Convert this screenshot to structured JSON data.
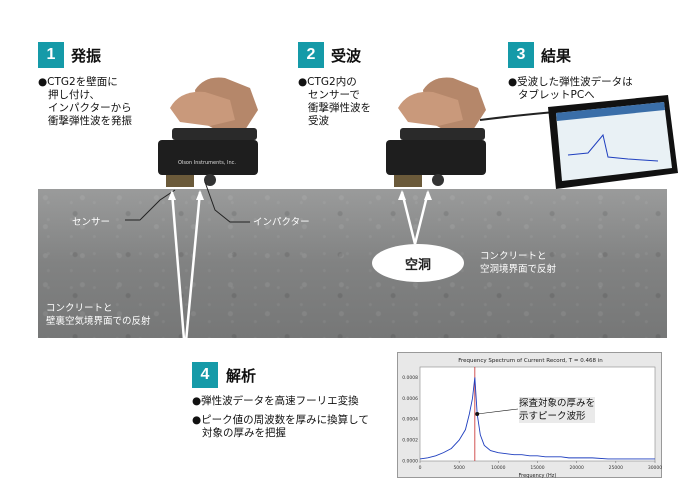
{
  "steps": [
    {
      "num": "1",
      "title": "発振",
      "bullets": [
        [
          "CTG2を壁面に",
          "押し付け、",
          "インパクターから",
          "衝撃弾性波を発振"
        ]
      ]
    },
    {
      "num": "2",
      "title": "受波",
      "bullets": [
        [
          "CTG2内の",
          "センサーで",
          "衝撃弾性波を",
          "受波"
        ]
      ]
    },
    {
      "num": "3",
      "title": "結果",
      "bullets": [
        [
          "受波した弾性波データは",
          "タブレットPCへ"
        ]
      ]
    },
    {
      "num": "4",
      "title": "解析",
      "bullets": [
        [
          "弾性波データを高速フーリエ変換"
        ],
        [
          "ピーク値の周波数を厚みに換算して",
          "対象の厚みを把握"
        ]
      ]
    }
  ],
  "labels": {
    "sensor": "センサー",
    "impactor": "インパクター",
    "void": "空洞",
    "void_reflection": [
      "コンクリートと",
      "空洞境界面で反射"
    ],
    "wall_reflection": [
      "コンクリートと",
      "壁裏空気境界面での反射"
    ],
    "peak_note": [
      "探査対象の厚みを",
      "示すピーク波形"
    ],
    "device_brand": "Olson Instruments, Inc."
  },
  "bullet_glyph": "●",
  "colors": {
    "accent": "#159aa8",
    "concrete": "#8a8b8b",
    "spectrum": "#1f3fbf",
    "marker": "#c62828"
  },
  "chart_data": {
    "type": "line",
    "title": "Frequency Spectrum of Current Record, T = 0.468 in",
    "xlabel": "Frequency (Hz)",
    "ylabel": "",
    "x_ticks": [
      "0",
      "5000",
      "10000",
      "15000",
      "20000",
      "25000",
      "30000"
    ],
    "y_ticks": [
      "0.0008",
      "0.0006",
      "0.0004",
      "0.0002",
      "0.0000"
    ],
    "xlim": [
      0,
      30000
    ],
    "ylim": [
      0,
      0.0009
    ],
    "peak_marker_x": 7000,
    "series": [
      {
        "x": [
          0,
          1000,
          2000,
          3000,
          4000,
          5000,
          5800,
          6300,
          6700,
          7000,
          7300,
          7700,
          8200,
          9000,
          10000,
          11000,
          12000,
          13000,
          14000,
          15000,
          16000,
          17000,
          18000,
          19000,
          20000,
          22000,
          24000,
          26000,
          28000,
          30000
        ],
        "y": [
          2e-05,
          3e-05,
          5e-05,
          8e-05,
          0.00012,
          0.0002,
          0.0003,
          0.00045,
          0.0006,
          0.0008,
          0.00045,
          0.00025,
          0.00015,
          0.0001,
          8e-05,
          7e-05,
          6e-05,
          6e-05,
          5e-05,
          5e-05,
          4e-05,
          4e-05,
          4e-05,
          3e-05,
          3e-05,
          3e-05,
          2e-05,
          2e-05,
          2e-05,
          2e-05
        ]
      }
    ]
  }
}
